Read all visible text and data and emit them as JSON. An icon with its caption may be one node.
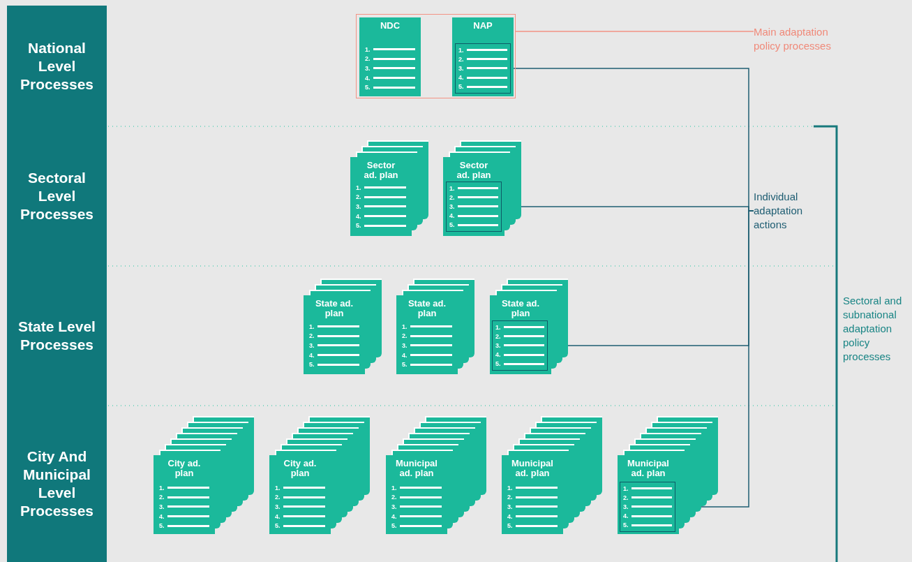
{
  "diagram": {
    "nodes": [
      {
        "text": [
          "National Level Processes"
        ]
      },
      {
        "text": [],
        "shape": "box"
      },
      {
        "text": [
          "NDC",
          "1.",
          "2.",
          "3.",
          "4.",
          "5."
        ],
        "in": 1
      },
      {
        "text": [
          "NAP"
        ],
        "in": 1
      },
      {
        "text": [
          "1.",
          "2.",
          "3.",
          "4.",
          "5."
        ],
        "in": 3
      },
      {
        "text": [
          "Main adaptation policy processes"
        ]
      },
      {
        "text": [
          "Sectoral Level Processes"
        ]
      },
      {
        "text": [
          "Sector ad. plan",
          "1.",
          "2.",
          "3.",
          "4.",
          "5."
        ]
      },
      {
        "text": [
          "Sector ad. plan"
        ]
      },
      {
        "text": [
          "1.",
          "2.",
          "3.",
          "4.",
          "5."
        ],
        "in": 8
      },
      {
        "text": [
          "Individual adaptation actions"
        ]
      },
      {
        "text": [
          "State Level Processes"
        ]
      },
      {
        "text": [
          "State ad. plan",
          "1.",
          "2.",
          "3.",
          "4.",
          "5."
        ]
      },
      {
        "text": [
          "State ad. plan",
          "1.",
          "2.",
          "3.",
          "4.",
          "5."
        ]
      },
      {
        "text": [
          "State ad. plan"
        ]
      },
      {
        "text": [
          "1.",
          "2.",
          "3.",
          "4.",
          "5."
        ],
        "in": 14
      },
      {
        "text": [
          "City And Municipal Level Processes"
        ]
      },
      {
        "text": [
          "City ad. plan",
          "1.",
          "2.",
          "3.",
          "4.",
          "5."
        ]
      },
      {
        "text": [
          "City ad. plan",
          "1.",
          "2.",
          "3.",
          "4.",
          "5."
        ]
      },
      {
        "text": [
          "Municipal ad. plan",
          "1.",
          "2.",
          "3.",
          "4.",
          "5."
        ]
      },
      {
        "text": [
          "Municipal ad. plan",
          "1.",
          "2.",
          "3.",
          "4.",
          "5."
        ]
      },
      {
        "text": [
          "Municipal ad. plan"
        ]
      },
      {
        "text": [
          "1.",
          "2.",
          "3.",
          "4.",
          "5."
        ],
        "in": 21
      }
    ],
    "edges": [
      {
        "from": 1,
        "to": 5,
        "arrow": "none",
        "color": "#f39384"
      },
      {
        "from": 4,
        "to": 10,
        "arrow": "none"
      },
      {
        "from": 9,
        "to": 10,
        "arrow": "none"
      },
      {
        "from": 15,
        "to": 10,
        "arrow": "none"
      },
      {
        "from": 22,
        "to": 10,
        "arrow": "none"
      }
    ],
    "labels": [
      "Sectoral and subnational adaptation policy processes"
    ]
  }
}
